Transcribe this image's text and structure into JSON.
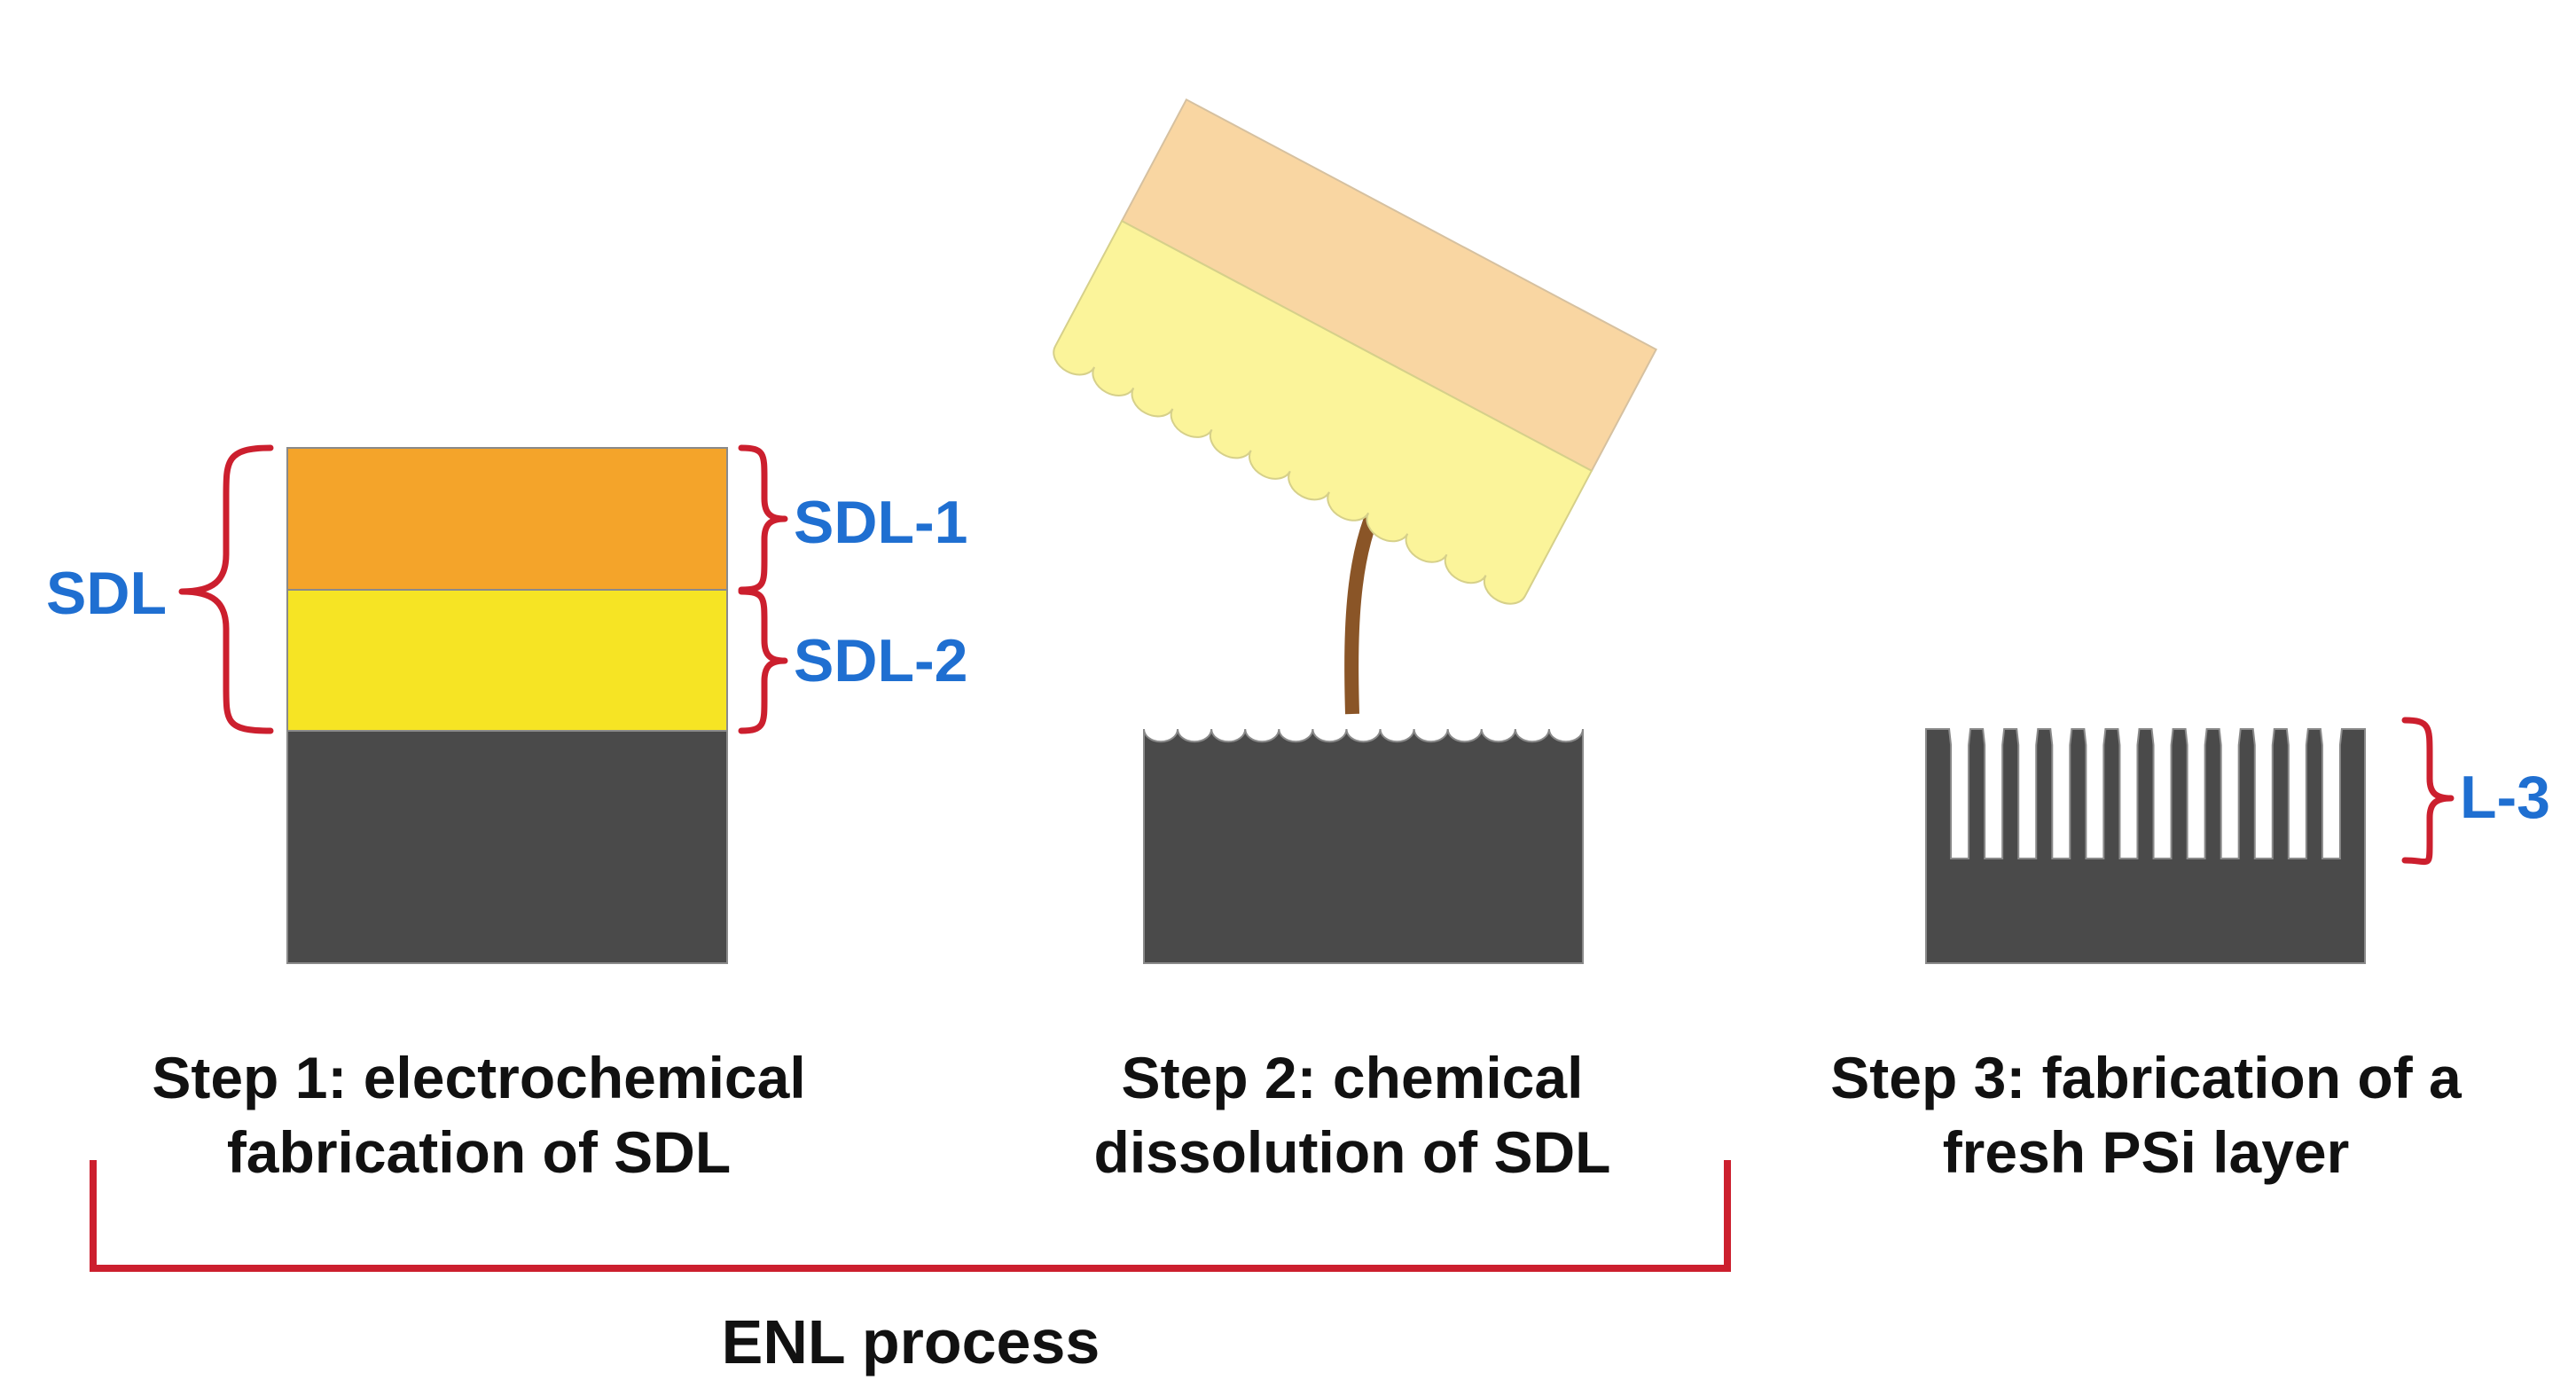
{
  "labels": {
    "sdl": "SDL",
    "sdl1": "SDL-1",
    "sdl2": "SDL-2",
    "l3": "L-3",
    "process": "ENL process"
  },
  "steps": [
    {
      "line1": "Step 1: electrochemical",
      "line2": "fabrication of SDL"
    },
    {
      "line1": "Step 2: chemical",
      "line2": "dissolution of SDL"
    },
    {
      "line1": "Step 3: fabrication of a",
      "line2": "fresh PSi layer"
    }
  ],
  "colors": {
    "substrate": "#4a4a4a",
    "sdl1": "#f4a42a",
    "sdl2": "#f6e424",
    "sdl1_dissolved": "#f9d6a2",
    "sdl2_dissolved": "#fbf49a",
    "bracket": "#cc1f2e",
    "label_blue": "#1f6fd1",
    "arrow": "#8a5527"
  }
}
